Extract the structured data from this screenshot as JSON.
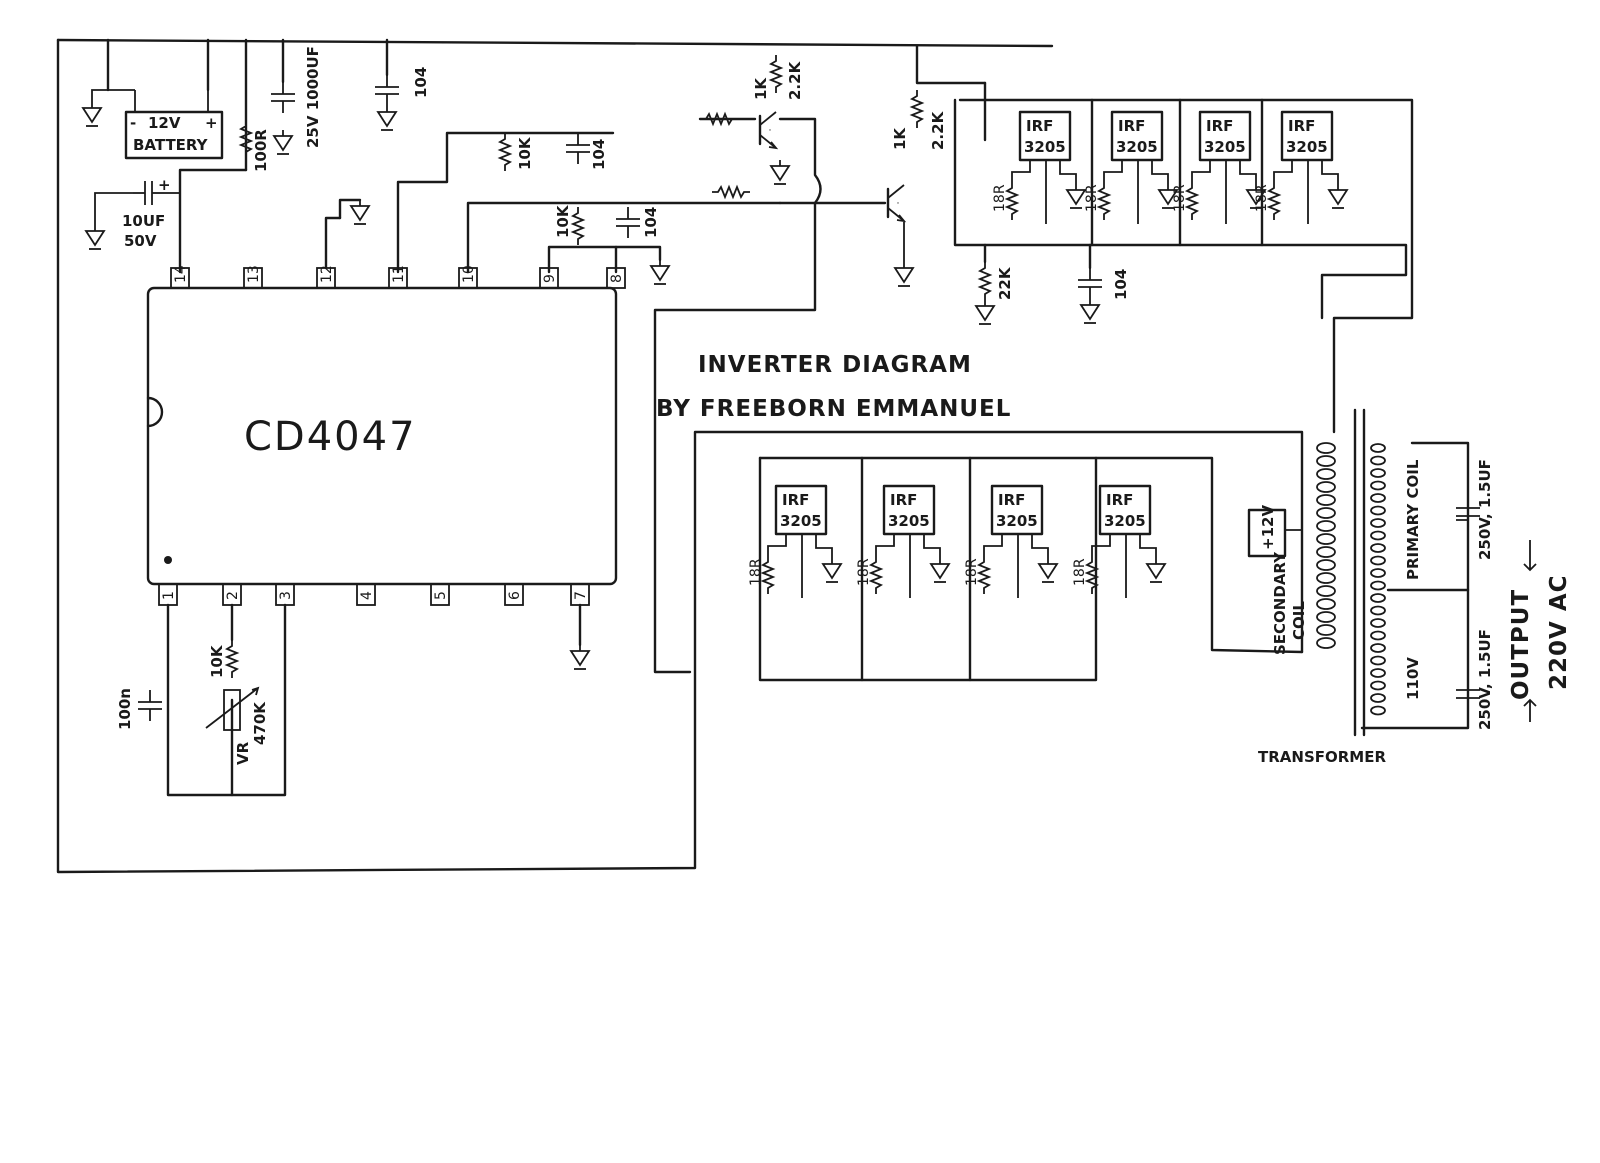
{
  "title": {
    "line1": "INVERTER DIAGRAM",
    "line2": "BY FREEBORN EMMANUEL"
  },
  "ic": {
    "name": "CD4047",
    "top_pins": [
      "14",
      "13",
      "12",
      "11",
      "10",
      "9",
      "8"
    ],
    "bottom_pins": [
      "1",
      "2",
      "3",
      "4",
      "5",
      "6",
      "7"
    ]
  },
  "battery": {
    "label": "BATTERY",
    "voltage": "12V",
    "minus": "-",
    "plus": "+"
  },
  "components": {
    "r_100": "100R",
    "c_1000": "25V 1000UF",
    "c_104_top": "104",
    "c_10uf": "10UF",
    "c_10uf_v": "50V",
    "c_plus": "+",
    "r_10k_a": "10K",
    "c_104_b": "104",
    "r_10k_b": "10K",
    "c_104_c": "104",
    "r_1k_a": "1K",
    "r_22k_a": "2.2K",
    "r_1k_b": "1K",
    "r_22k_b": "2.2K",
    "r_22k_c": "22K",
    "c_104_d": "104",
    "c_100n": "100n",
    "r_10k_c": "10K",
    "vr": "VR",
    "vr_val": "470K"
  },
  "mosfets": {
    "upper": [
      {
        "l1": "IRF",
        "l2": "3205",
        "gate_r": "18R"
      },
      {
        "l1": "IRF",
        "l2": "3205",
        "gate_r": "18R"
      },
      {
        "l1": "IRF",
        "l2": "3205",
        "gate_r": "18R"
      },
      {
        "l1": "IRF",
        "l2": "3205",
        "gate_r": "18R"
      }
    ],
    "lower": [
      {
        "l1": "IRF",
        "l2": "3205",
        "gate_r": "18R"
      },
      {
        "l1": "IRF",
        "l2": "3205",
        "gate_r": "18R"
      },
      {
        "l1": "IRF",
        "l2": "3205",
        "gate_r": "18R"
      },
      {
        "l1": "IRF",
        "l2": "3205",
        "gate_r": "18R"
      }
    ]
  },
  "transformer": {
    "label": "TRANSFORMER",
    "secondary_1": "SECONDARY",
    "secondary_2": "COIL",
    "primary": "PRIMARY COIL",
    "tap_supply": "+12V",
    "tap_110": "110V"
  },
  "output": {
    "cap_1": "250V, 1.5UF",
    "cap_2": "250V, 1.5UF",
    "label_1": "OUTPUT",
    "label_2": "220V AC"
  }
}
